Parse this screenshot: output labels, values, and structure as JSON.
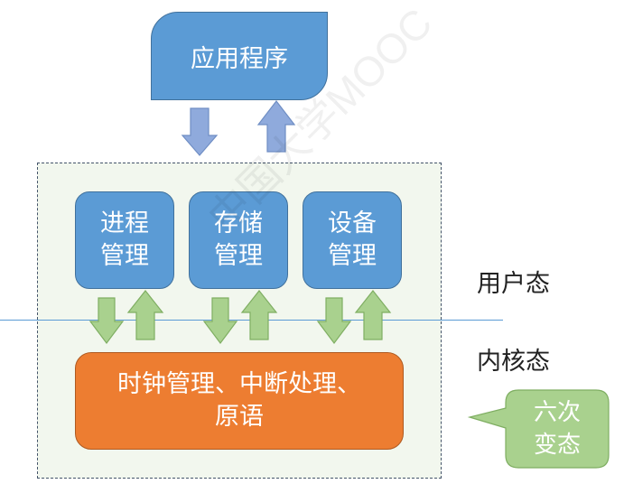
{
  "application": {
    "label": "应用程序"
  },
  "modules": [
    {
      "line1": "进程",
      "line2": "管理"
    },
    {
      "line1": "存储",
      "line2": "管理"
    },
    {
      "line1": "设备",
      "line2": "管理"
    }
  ],
  "kernel_core": {
    "line1": "时钟管理、中断处理、",
    "line2": "原语"
  },
  "modes": {
    "user": "用户态",
    "kernel": "内核态"
  },
  "callout": {
    "line1": "六次",
    "line2": "变态"
  },
  "watermark": "中国大学MOOC",
  "colors": {
    "module_fill": "#5b9bd5",
    "core_fill": "#ed7d31",
    "arrow_blue": "#8faadc",
    "arrow_green": "#a9d18e",
    "callout_fill": "#a9d18e",
    "region_fill": "#f2f7ee"
  }
}
